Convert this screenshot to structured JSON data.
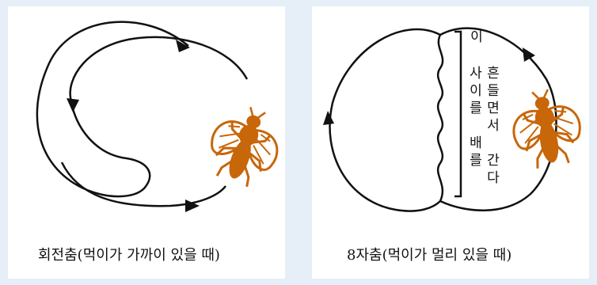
{
  "captions": {
    "round_dance": "회전춤(먹이가 가까이 있을 때)",
    "waggle_dance": "8자춤(먹이가 멀리 있을 때)"
  },
  "waggle_label": {
    "col1_top": "이",
    "col1_a": "사이를",
    "col1_b": "배를",
    "col2_a": "흔들면서",
    "col2_b": "간다"
  },
  "colors": {
    "bee": "#c8660a",
    "stroke": "#111111",
    "panel": "#ffffff",
    "background": "#e6eef8"
  },
  "icons": [
    "bee-icon",
    "arrow-icon"
  ]
}
